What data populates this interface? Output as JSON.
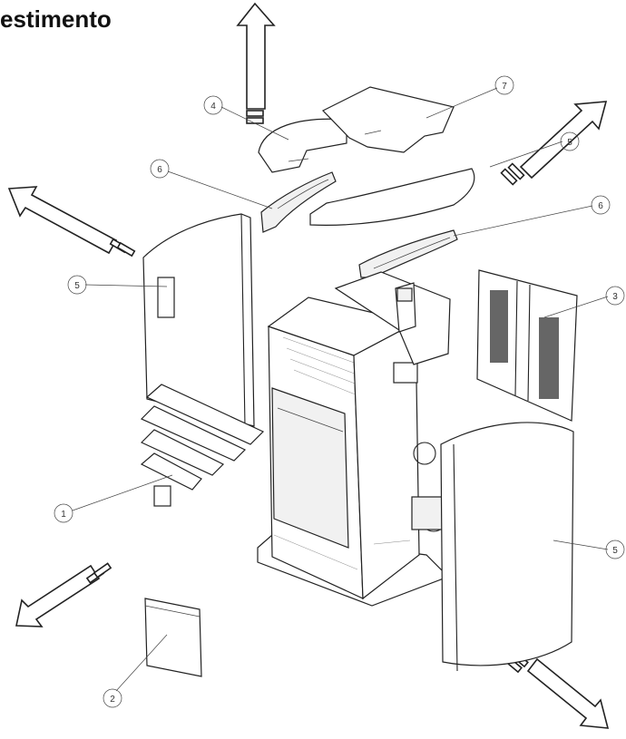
{
  "title": "estimento",
  "callouts": [
    "1",
    "2",
    "3",
    "4",
    "5",
    "5",
    "6",
    "6",
    "7",
    "5"
  ]
}
